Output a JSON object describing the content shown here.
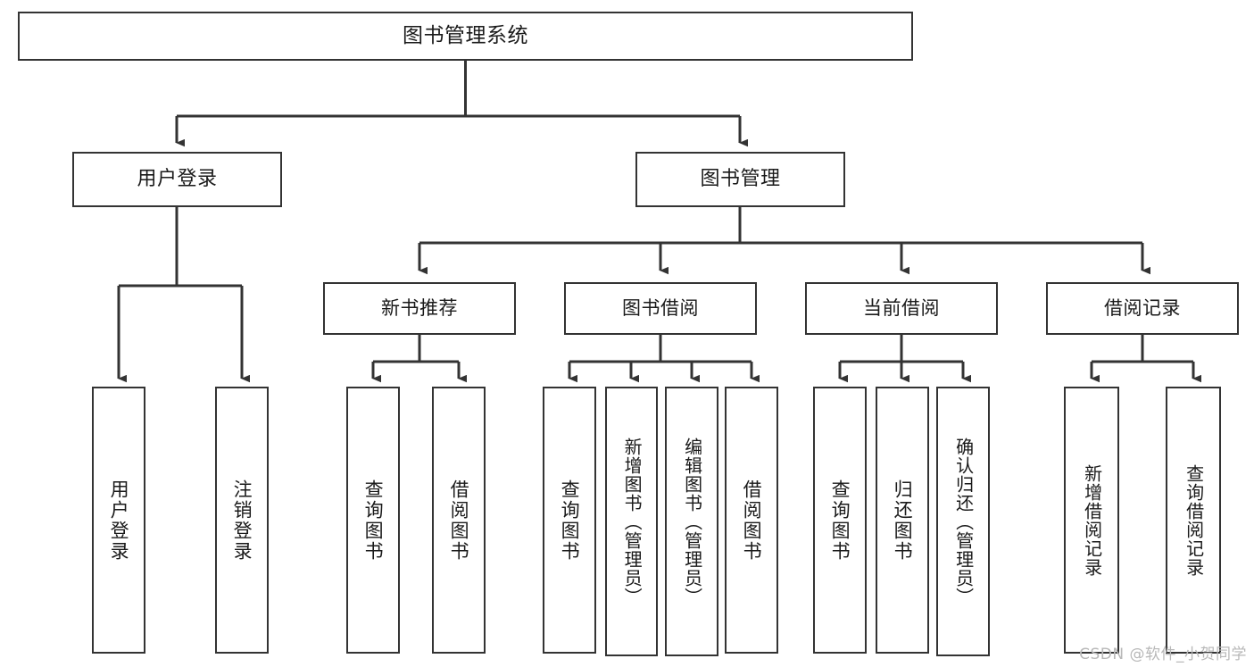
{
  "diagram": {
    "title": "图书管理系统",
    "type": "tree-hierarchy-chart",
    "watermark": "CSDN @软件_小贺同学",
    "colors": {
      "background": "#ffffff",
      "box_border": "#333333",
      "box_fill": "#ffffff",
      "connector": "#333333",
      "text": "#1a1a1a",
      "watermark": "#b8b8b8"
    },
    "root": {
      "id": "root",
      "label": "图书管理系统"
    },
    "level1": [
      {
        "id": "user-login",
        "label": "用户登录"
      },
      {
        "id": "book-manage",
        "label": "图书管理"
      }
    ],
    "level2": [
      {
        "id": "new-book-rec",
        "label": "新书推荐"
      },
      {
        "id": "book-borrow",
        "label": "图书借阅"
      },
      {
        "id": "current-borrow",
        "label": "当前借阅"
      },
      {
        "id": "borrow-record",
        "label": "借阅记录"
      }
    ],
    "leaves": {
      "user_login": [
        {
          "id": "leaf-user-login",
          "label": "用户登录"
        },
        {
          "id": "leaf-logout-login",
          "label": "注销登录"
        }
      ],
      "new_book_rec": [
        {
          "id": "leaf-query-book-1",
          "label": "查询图书"
        },
        {
          "id": "leaf-borrow-book-1",
          "label": "借阅图书"
        }
      ],
      "book_borrow": [
        {
          "id": "leaf-query-book-2",
          "label": "查询图书"
        },
        {
          "id": "leaf-add-book",
          "label": "新增图书（管理员）"
        },
        {
          "id": "leaf-edit-book",
          "label": "编辑图书（管理员）"
        },
        {
          "id": "leaf-borrow-book-2",
          "label": "借阅图书"
        }
      ],
      "current_borrow": [
        {
          "id": "leaf-query-book-3",
          "label": "查询图书"
        },
        {
          "id": "leaf-return-book",
          "label": "归还图书"
        },
        {
          "id": "leaf-confirm-return",
          "label": "确认归还（管理员）"
        }
      ],
      "borrow_record": [
        {
          "id": "leaf-add-record",
          "label": "新增借阅记录"
        },
        {
          "id": "leaf-query-record",
          "label": "查询借阅记录"
        }
      ]
    }
  }
}
